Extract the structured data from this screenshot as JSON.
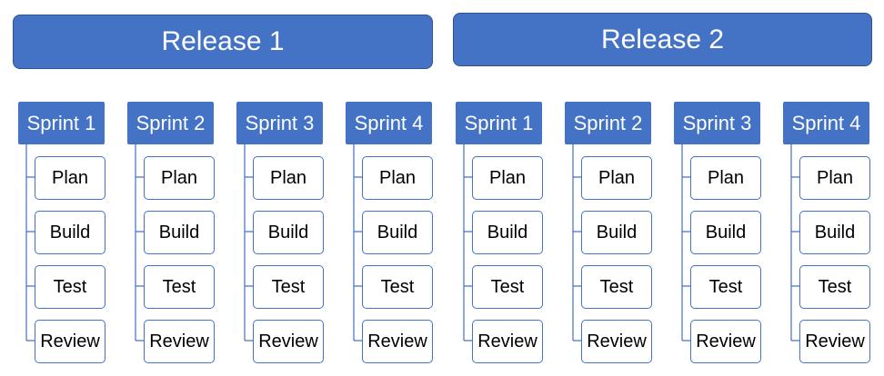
{
  "colors": {
    "accent": "#4472C4",
    "border": "#2F528F",
    "text_on_accent": "#FFFFFF"
  },
  "releases": [
    {
      "label": "Release 1",
      "sprints": [
        {
          "label": "Sprint 1",
          "tasks": [
            "Plan",
            "Build",
            "Test",
            "Review"
          ]
        },
        {
          "label": "Sprint 2",
          "tasks": [
            "Plan",
            "Build",
            "Test",
            "Review"
          ]
        },
        {
          "label": "Sprint 3",
          "tasks": [
            "Plan",
            "Build",
            "Test",
            "Review"
          ]
        },
        {
          "label": "Sprint 4",
          "tasks": [
            "Plan",
            "Build",
            "Test",
            "Review"
          ]
        }
      ]
    },
    {
      "label": "Release 2",
      "sprints": [
        {
          "label": "Sprint 1",
          "tasks": [
            "Plan",
            "Build",
            "Test",
            "Review"
          ]
        },
        {
          "label": "Sprint 2",
          "tasks": [
            "Plan",
            "Build",
            "Test",
            "Review"
          ]
        },
        {
          "label": "Sprint 3",
          "tasks": [
            "Plan",
            "Build",
            "Test",
            "Review"
          ]
        },
        {
          "label": "Sprint 4",
          "tasks": [
            "Plan",
            "Build",
            "Test",
            "Review"
          ]
        }
      ]
    }
  ]
}
